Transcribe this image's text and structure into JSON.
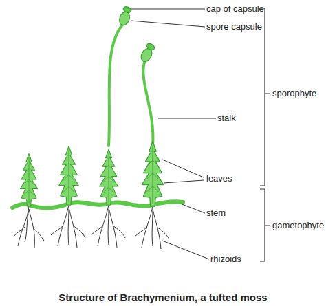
{
  "diagram": {
    "caption": "Structure of Brachymenium, a tufted moss",
    "labels": [
      "cap of capsule",
      "spore capsule",
      "stalk",
      "sporophyte",
      "leaves",
      "stem",
      "gametophyte",
      "rhizoids"
    ]
  }
}
